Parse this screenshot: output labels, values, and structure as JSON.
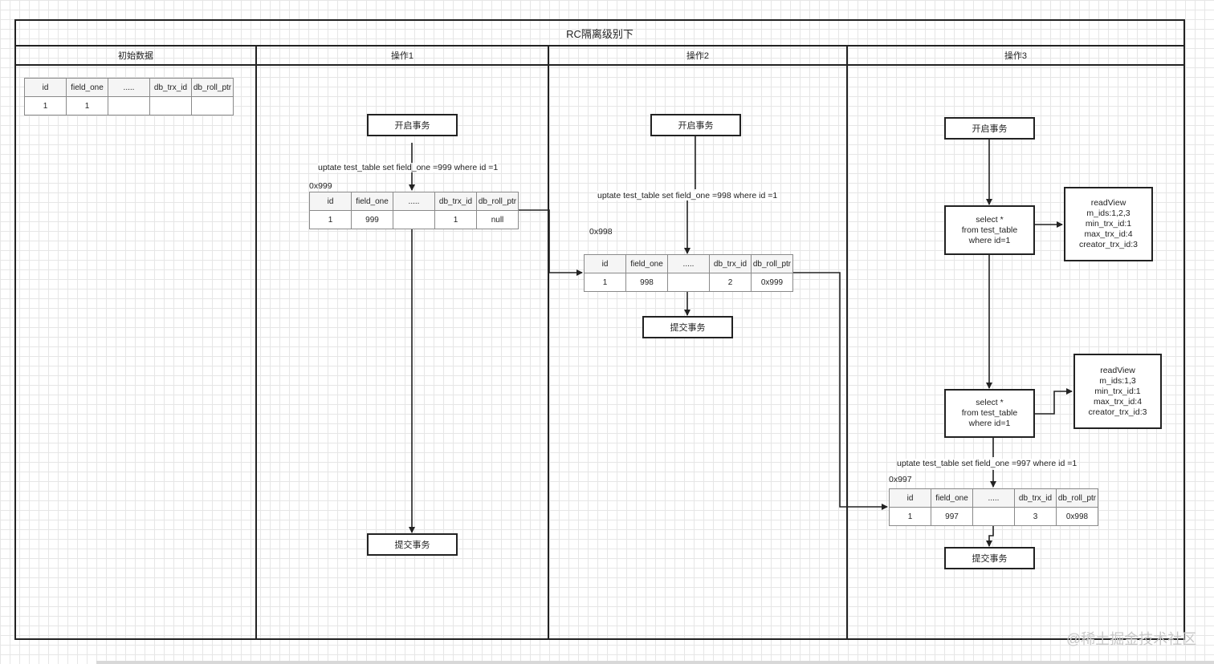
{
  "title": "RC隔离级别下",
  "lanes": {
    "initial": "初始数据",
    "op1": "操作1",
    "op2": "操作2",
    "op3": "操作3"
  },
  "table_headers": [
    "id",
    "field_one",
    ".....",
    "db_trx_id",
    "db_roll_ptr"
  ],
  "initial_row": [
    "1",
    "1",
    "",
    "",
    ""
  ],
  "op1": {
    "begin": "开启事务",
    "sql": "uptate test_table set field_one =999 where id =1",
    "addr": "0x999",
    "row": [
      "1",
      "999",
      "",
      "1",
      "null"
    ],
    "commit": "提交事务"
  },
  "op2": {
    "begin": "开启事务",
    "sql": "uptate test_table set field_one =998 where id =1",
    "addr": "0x998",
    "row": [
      "1",
      "998",
      "",
      "2",
      "0x999"
    ],
    "commit": "提交事务"
  },
  "op3": {
    "begin": "开启事务",
    "select1": [
      "select *",
      "from  test_table",
      "where id=1"
    ],
    "readview1": [
      "readView",
      "m_ids:1,2,3",
      "min_trx_id:1",
      "max_trx_id:4",
      "creator_trx_id:3"
    ],
    "select2": [
      "select *",
      "from  test_table",
      "where id=1"
    ],
    "readview2": [
      "readView",
      "m_ids:1,3",
      "min_trx_id:1",
      "max_trx_id:4",
      "creator_trx_id:3"
    ],
    "sql": "uptate test_table set field_one =997 where id =1",
    "addr": "0x997",
    "row": [
      "1",
      "997",
      "",
      "3",
      "0x998"
    ],
    "commit": "提交事务"
  },
  "watermark": "@稀土掘金技术社区"
}
